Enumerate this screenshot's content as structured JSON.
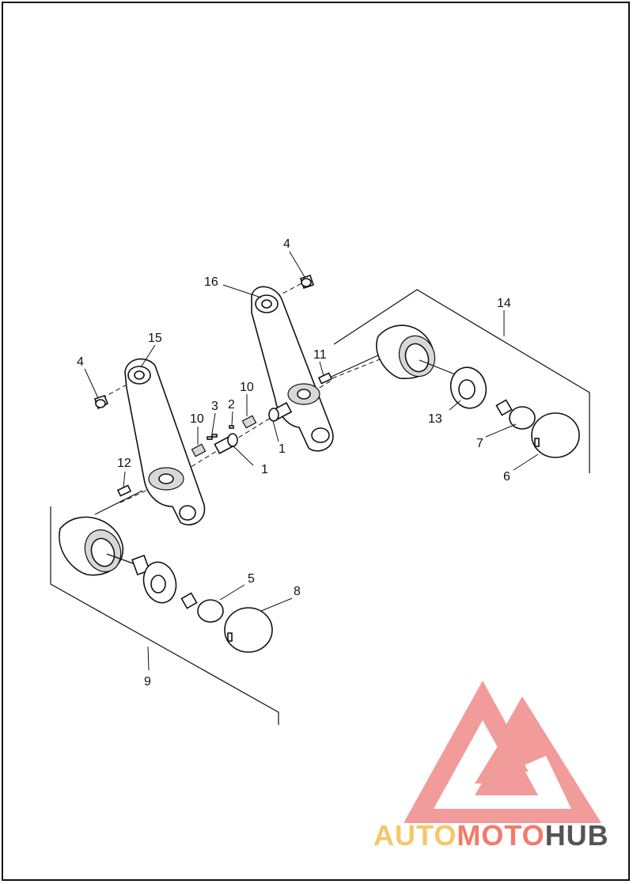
{
  "diagram": {
    "callouts": [
      "1",
      "1",
      "2",
      "3",
      "4",
      "4",
      "5",
      "6",
      "7",
      "8",
      "9",
      "10",
      "10",
      "11",
      "12",
      "13",
      "14",
      "15",
      "16"
    ]
  },
  "watermark": {
    "word_parts": [
      "AUTO",
      "MOTO",
      "HUB"
    ],
    "colors": {
      "auto": "#f7c66b",
      "moto": "#f27b6b",
      "hub": "#555555",
      "logo": "#f08a8a"
    }
  }
}
